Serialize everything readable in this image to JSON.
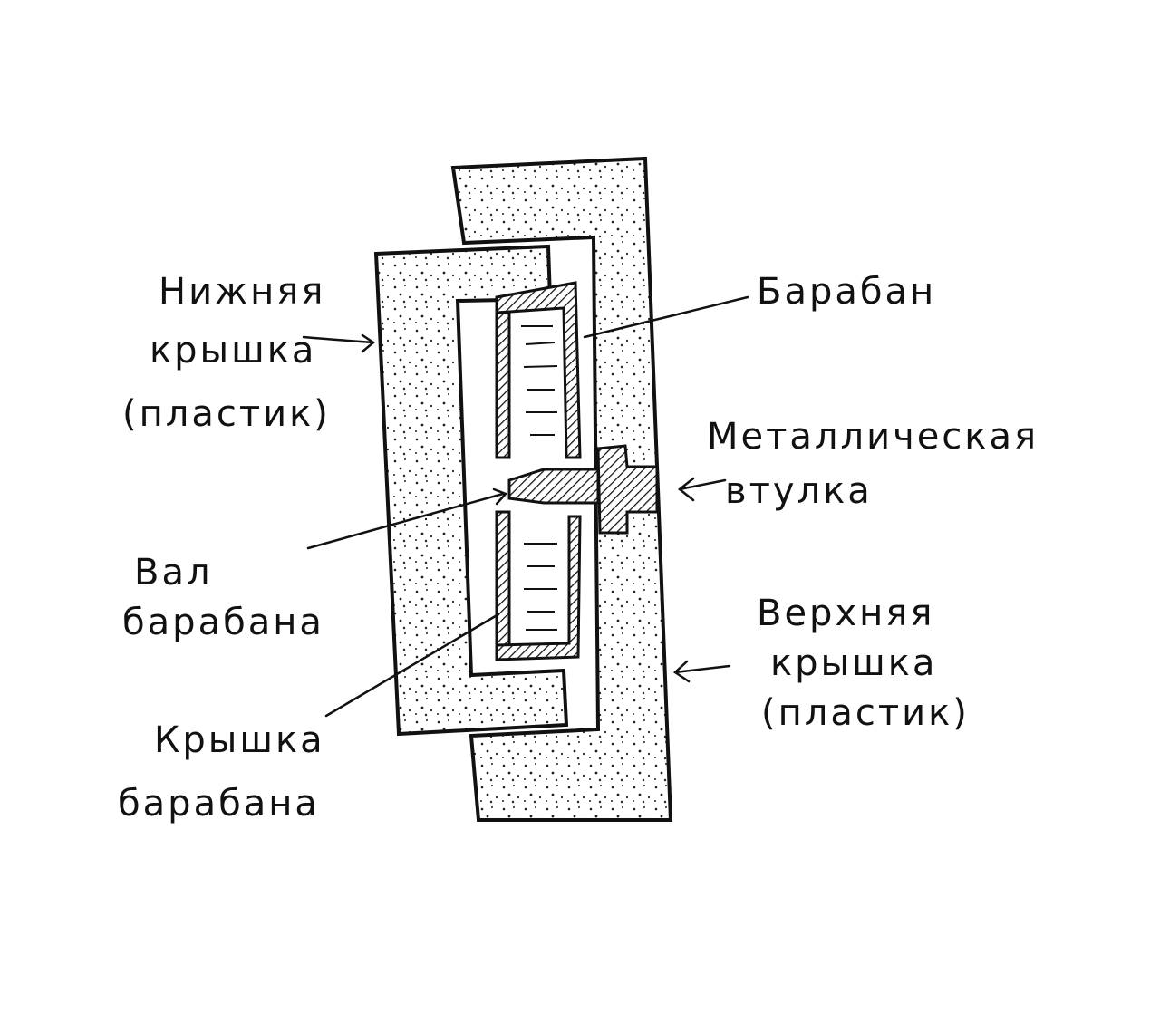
{
  "labels": {
    "lower_cover": [
      "Нижняя",
      "крышка",
      "(пластик)"
    ],
    "drum": [
      "Барабан"
    ],
    "bushing": [
      "Металлическая",
      "втулка"
    ],
    "shaft": [
      "Вал",
      "барабана"
    ],
    "upper_cover": [
      "Верхняя",
      "крышка",
      "(пластик)"
    ],
    "drum_cover": [
      "Крышка",
      "барабана"
    ]
  },
  "colors": {
    "ink": "#111111",
    "paper": "#ffffff"
  }
}
